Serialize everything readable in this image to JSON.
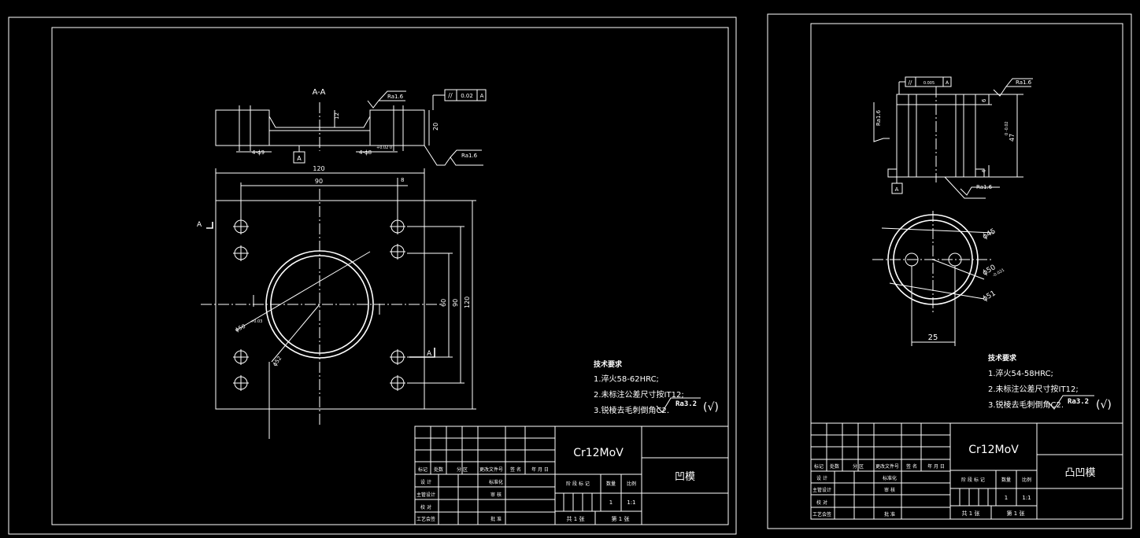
{
  "sheet_left": {
    "section_label": "A-A",
    "section_marker": "A",
    "datum_label": "A",
    "roughness_1": "Ra1.6",
    "roughness_2": "Ra1.6",
    "flatness_sym": "//",
    "flatness_tol": "0.02",
    "flatness_datum": "A",
    "dims": {
      "d20": "20",
      "d12": "12",
      "holes1": "4-ϕ9",
      "holes2": "4-ϕ8",
      "holes2_tol": "+0.02 0",
      "d120w": "120",
      "d90w": "90",
      "dB": "8",
      "d120h": "120",
      "d90h": "90",
      "d60": "60",
      "dia50": "ϕ50",
      "dia50_tol": "+0.03",
      "dia52": "ϕ52"
    },
    "tech": {
      "title": "技术要求",
      "line1": "1.淬火58-62HRC;",
      "line2": "2.未标注公差尺寸按IT12;",
      "line3": "3.锐棱去毛刺倒角C2.",
      "ra": "Ra3.2",
      "ra_suffix": "(√)"
    },
    "title_block": {
      "material": "Cr12MoV",
      "part_name": "凹模",
      "row_labels": [
        "标记",
        "处数",
        "分 区",
        "更改文件号",
        "签 名",
        "年 月 日"
      ],
      "left_labels": [
        "设 计",
        "主管设计",
        "校 对",
        "工艺会签"
      ],
      "mid_labels": [
        "标准化",
        "审 核",
        "",
        "批 准"
      ],
      "stage_headers": [
        "阶 段 标 记",
        "数量",
        "比例"
      ],
      "qty": "1",
      "scale": "1:1",
      "sheets": "共 1 张",
      "sheet_no": "第 1 张"
    }
  },
  "sheet_right": {
    "datum_label": "A",
    "roughness_top": "Ra1.6",
    "roughness_side": "Ra1.6",
    "roughness_bottom": "Ra1.6",
    "parallel_sym": "//",
    "parallel_tol": "0.005",
    "parallel_datum": "A",
    "dims": {
      "d6": "6",
      "d47": "47",
      "d47_tol": "0 -0.02",
      "d4": "4",
      "dia45": "ϕ45",
      "dia50": "ϕ50",
      "dia50_tol": "-0.021",
      "dia51": "ϕ51",
      "d25": "25"
    },
    "tech": {
      "title": "技术要求",
      "line1": "1.淬火54-58HRC;",
      "line2": "2.未标注公差尺寸按IT12;",
      "line3": "3.锐棱去毛刺倒角C2.",
      "ra": "Ra3.2",
      "ra_suffix": "(√)"
    },
    "title_block": {
      "material": "Cr12MoV",
      "part_name": "凸凹模",
      "row_labels": [
        "标记",
        "处数",
        "分 区",
        "更改文件号",
        "签 名",
        "年 月 日"
      ],
      "left_labels": [
        "设 计",
        "主管设计",
        "校 对",
        "工艺会签"
      ],
      "mid_labels": [
        "标准化",
        "审 核",
        "",
        "批 准"
      ],
      "stage_headers": [
        "阶 段 标 记",
        "数量",
        "比例"
      ],
      "qty": "1",
      "scale": "1:1",
      "sheets": "共 1 张",
      "sheet_no": "第 1 张"
    }
  }
}
